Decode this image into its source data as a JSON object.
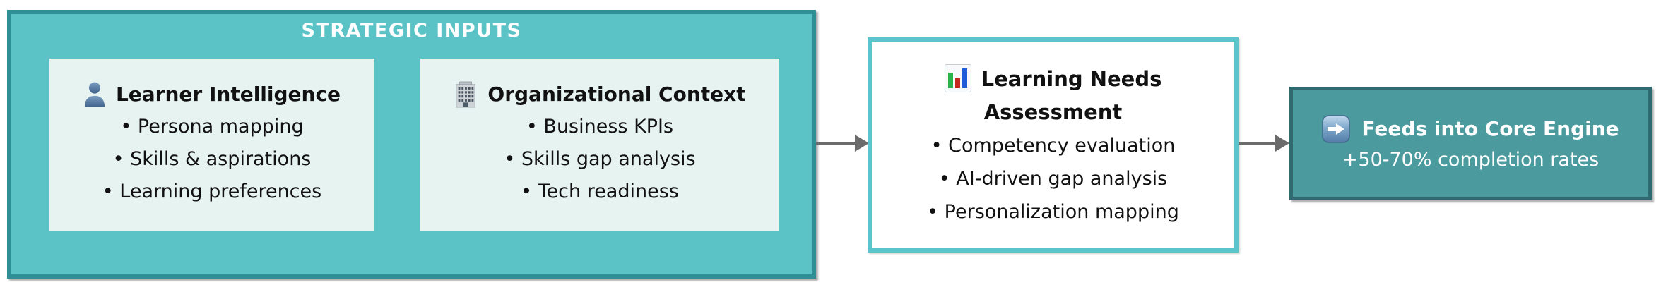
{
  "diagram": {
    "strategic_inputs": {
      "title": "STRATEGIC INPUTS",
      "cards": [
        {
          "icon": "person-icon",
          "title": "Learner Intelligence",
          "items": [
            "Persona mapping",
            "Skills & aspirations",
            "Learning preferences"
          ]
        },
        {
          "icon": "building-icon",
          "title": "Organizational Context",
          "items": [
            "Business KPIs",
            "Skills gap analysis",
            "Tech readiness"
          ]
        }
      ]
    },
    "assessment": {
      "icon": "bar-chart-icon",
      "title": "Learning Needs Assessment",
      "items": [
        "Competency evaluation",
        "AI-driven gap analysis",
        "Personalization mapping"
      ]
    },
    "result": {
      "icon": "right-arrow-icon",
      "title": "Feeds into Core Engine",
      "subtitle": "+50-70% completion rates"
    },
    "colors": {
      "container_fill": "#5bc2c6",
      "container_border": "#2f8e96",
      "card_fill": "#e7f3f1",
      "assessment_border": "#5cc5cc",
      "result_fill": "#4a9a9e",
      "result_border": "#2e6a70",
      "arrow": "#6b6b6b",
      "text": "#111111",
      "title_text": "#ffffff"
    }
  }
}
